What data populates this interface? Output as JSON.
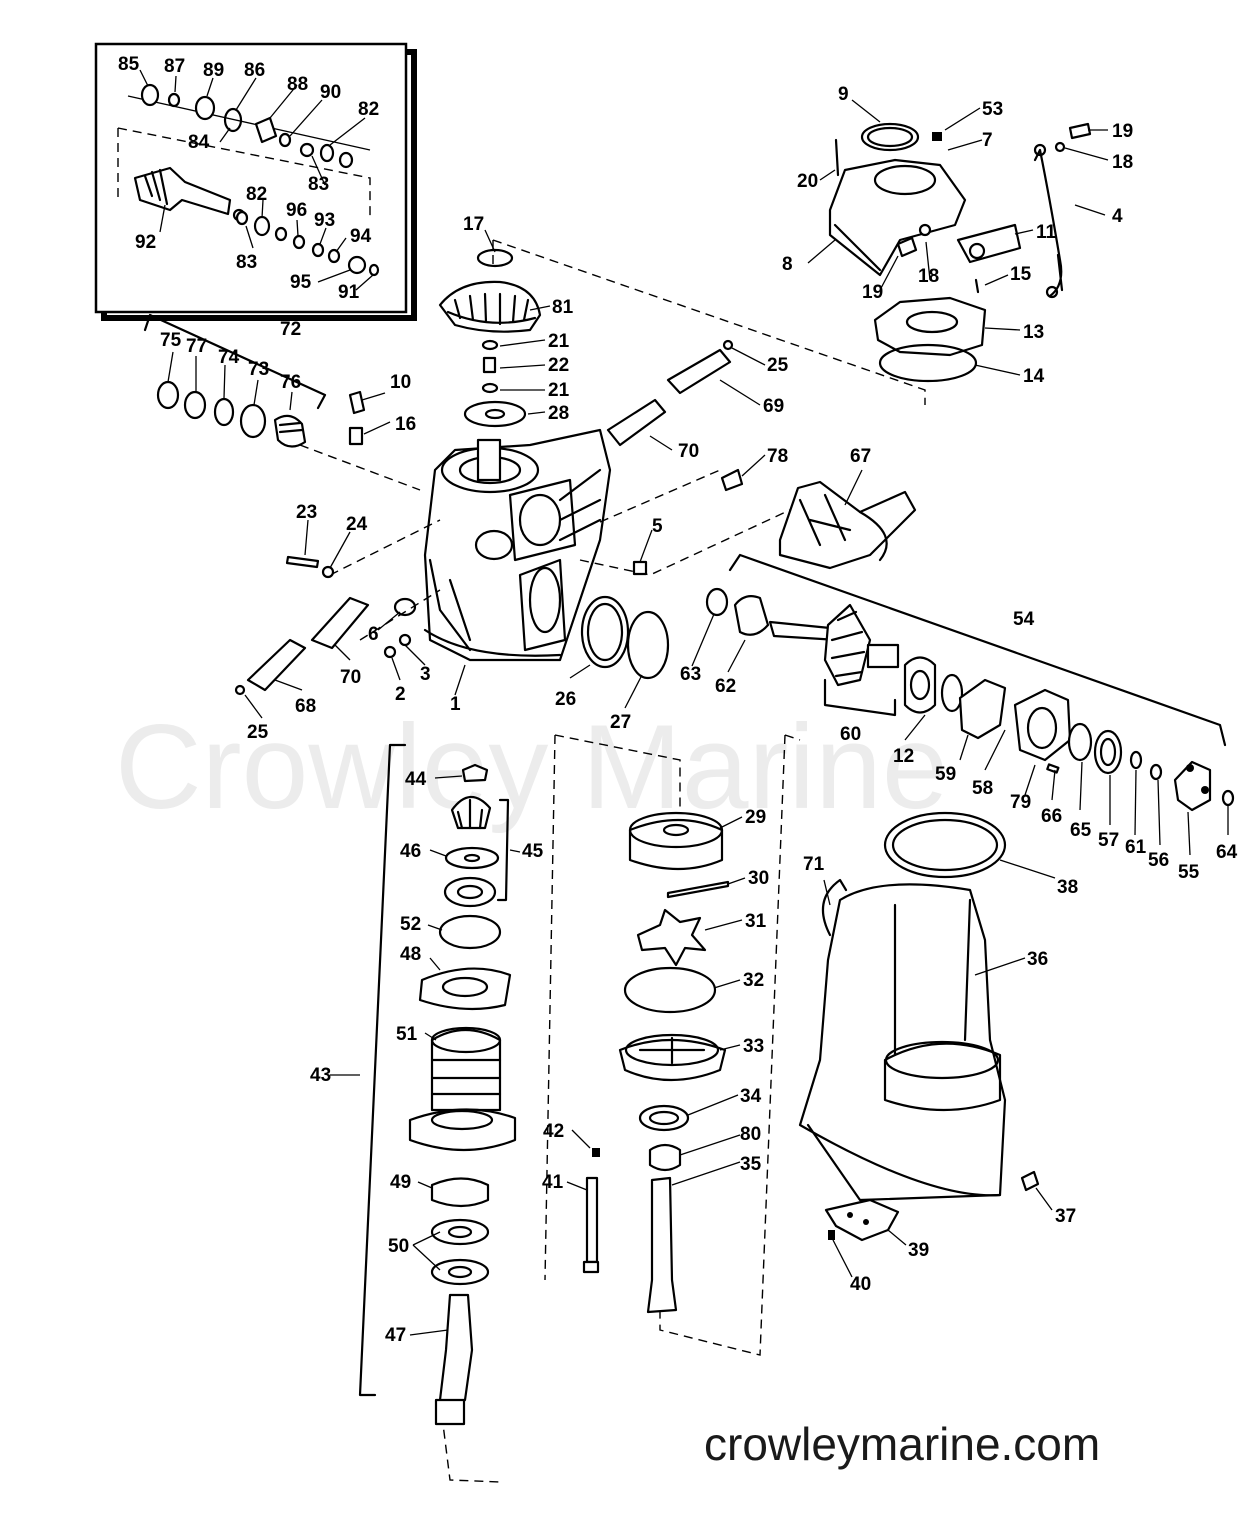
{
  "watermark": "Crowley Marine",
  "website": "crowleymarine.com",
  "callouts": [
    "1",
    "2",
    "3",
    "4",
    "5",
    "6",
    "7",
    "8",
    "9",
    "10",
    "11",
    "12",
    "13",
    "14",
    "15",
    "16",
    "17",
    "18",
    "19",
    "20",
    "21",
    "22",
    "23",
    "24",
    "25",
    "26",
    "27",
    "28",
    "29",
    "30",
    "31",
    "32",
    "33",
    "34",
    "35",
    "36",
    "37",
    "38",
    "39",
    "40",
    "41",
    "42",
    "43",
    "44",
    "45",
    "46",
    "47",
    "48",
    "49",
    "50",
    "51",
    "52",
    "53",
    "54",
    "55",
    "56",
    "57",
    "58",
    "59",
    "60",
    "61",
    "62",
    "63",
    "64",
    "65",
    "66",
    "67",
    "68",
    "69",
    "70",
    "71",
    "72",
    "73",
    "74",
    "75",
    "76",
    "77",
    "78",
    "79",
    "80",
    "81",
    "82",
    "83",
    "84",
    "85",
    "86",
    "87",
    "88",
    "89",
    "90",
    "91",
    "92",
    "93",
    "94",
    "95",
    "96"
  ]
}
